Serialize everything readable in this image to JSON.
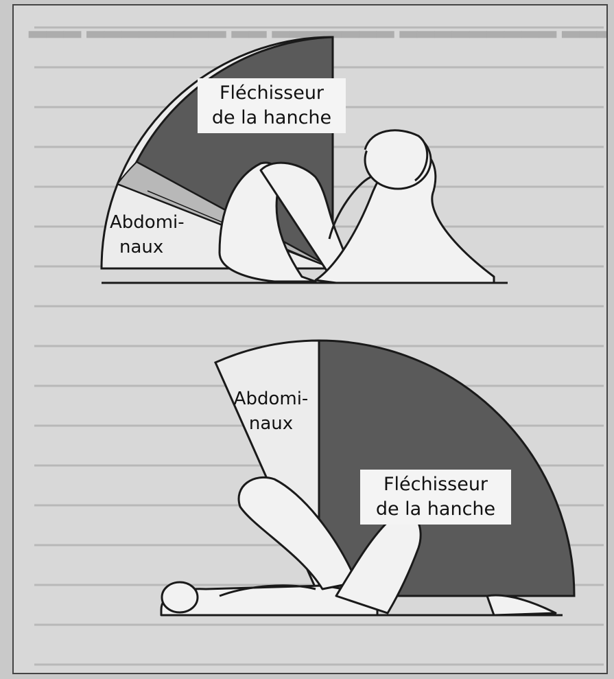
{
  "figure": {
    "top_panel": {
      "label_hip_flexor_line1": "Fléchisseur",
      "label_hip_flexor_line2": "de la hanche",
      "label_abs_line1": "Abdomi-",
      "label_abs_line2": "naux"
    },
    "bottom_panel": {
      "label_abs_line1": "Abdomi-",
      "label_abs_line2": "naux",
      "label_hip_flexor_line1": "Fléchisseur",
      "label_hip_flexor_line2": "de la hanche"
    }
  },
  "colors": {
    "dark_sector": "#5a5a5a",
    "light_sector": "#ececec",
    "outline": "#1a1a1a",
    "page": "#d8d8d8"
  }
}
